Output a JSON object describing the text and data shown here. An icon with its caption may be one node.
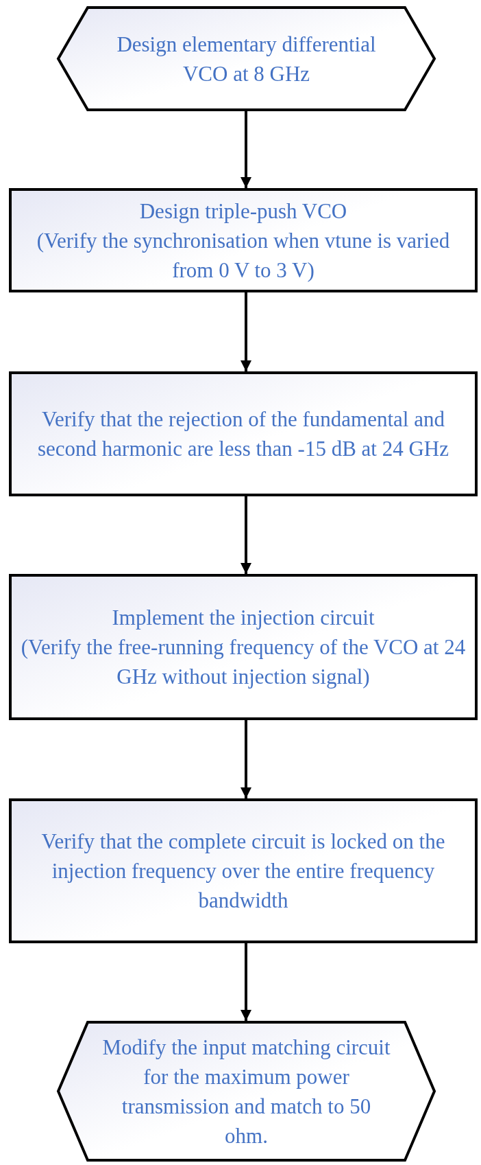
{
  "diagram": {
    "nodes": [
      {
        "text": [
          "Design elementary differential VCO at 8 GHz"
        ]
      },
      {
        "text": [
          "Design triple-push VCO",
          "(Verify the synchronisation when vtune is varied from 0 V to 3 V)"
        ]
      },
      {
        "text": [
          "Verify that the rejection of the fundamental and second harmonic are less than -15 dB at 24 GHz"
        ]
      },
      {
        "text": [
          "Implement the injection circuit",
          "(Verify the free-running frequency of the VCO at 24 GHz without injection signal)"
        ]
      },
      {
        "text": [
          "Verify that the complete circuit is locked on the injection frequency over the entire frequency bandwidth"
        ]
      },
      {
        "text": [
          "Modify the input matching circuit for the maximum power transmission and match to 50 ohm."
        ]
      }
    ],
    "edges": [
      {
        "from": 0,
        "to": 1,
        "arrow": "to"
      },
      {
        "from": 1,
        "to": 2,
        "arrow": "to"
      },
      {
        "from": 2,
        "to": 3,
        "arrow": "to"
      },
      {
        "from": 3,
        "to": 4,
        "arrow": "to"
      },
      {
        "from": 4,
        "to": 5,
        "arrow": "to"
      }
    ]
  }
}
